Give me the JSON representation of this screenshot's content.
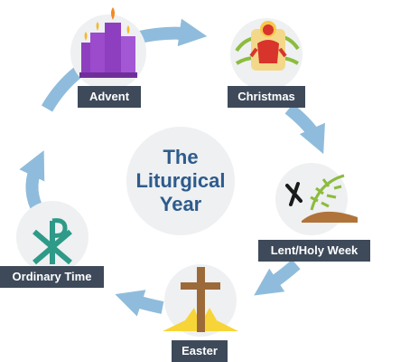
{
  "title": {
    "line1": "The",
    "line2": "Liturgical",
    "line3": "Year"
  },
  "seasons": [
    {
      "name": "Advent",
      "icon": "advent-candles-icon"
    },
    {
      "name": "Christmas",
      "icon": "nativity-infant-icon"
    },
    {
      "name": "Lent/Holy Week",
      "icon": "ash-cross-palm-icon"
    },
    {
      "name": "Easter",
      "icon": "radiant-cross-icon"
    },
    {
      "name": "Ordinary Time",
      "icon": "chi-rho-icon"
    }
  ],
  "colors": {
    "arrow": "#8fbcdc",
    "label_bg": "#3e4a5a",
    "title": "#2e5b8c",
    "advent": "#8e3fbf",
    "christmas": "#d8342b",
    "ordinary": "#2e9a88",
    "easter_cross": "#9c6a39"
  }
}
